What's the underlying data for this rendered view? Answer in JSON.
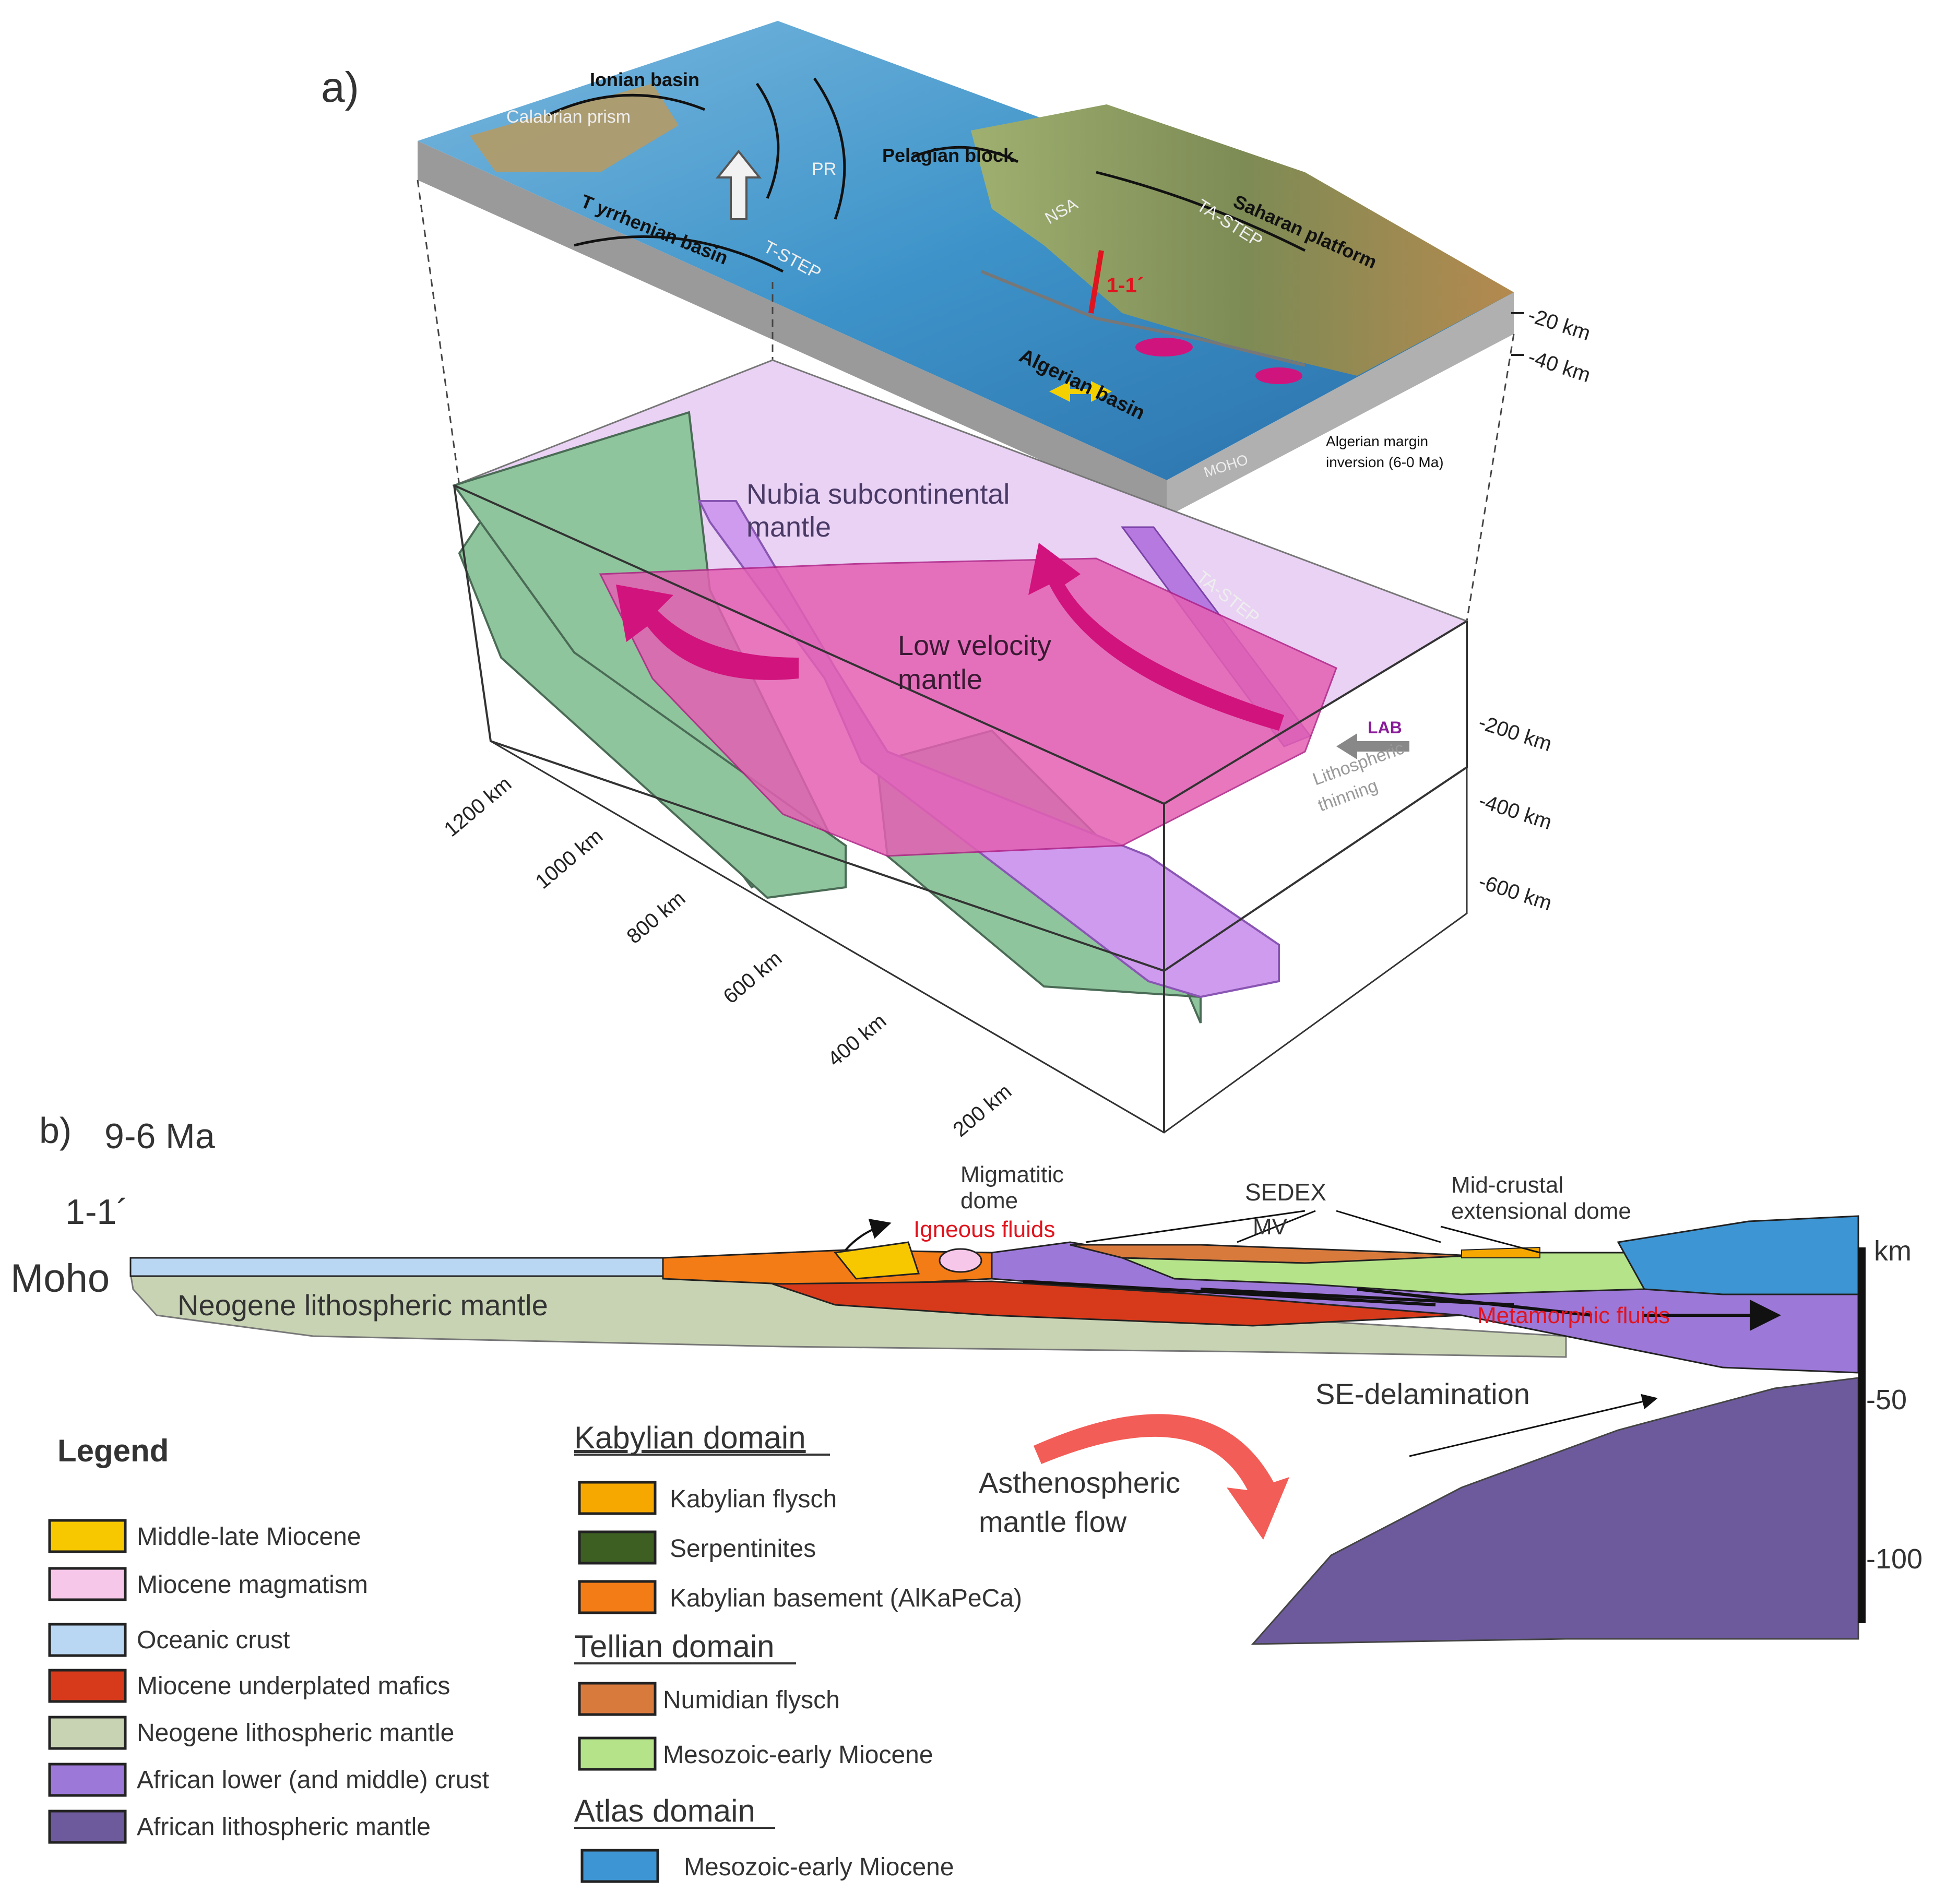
{
  "panel_a": {
    "label": "a)",
    "map_labels": {
      "ionian": "Ionian basin",
      "calabrian": "Calabrian prism",
      "pr": "PR",
      "pelagian": "Pelagian block",
      "tstep": "T-STEP",
      "tyrrhenian": "T yrrhenian basin",
      "nsa": "NSA",
      "tastep": "TA-STEP",
      "saharan": "Saharan platform",
      "section": "1-1´",
      "algerian": "Algerian basin",
      "margin1": "Algerian margin",
      "margin2": "inversion (6-0 Ma)",
      "moho": "MOHO"
    },
    "depth_top": [
      "-20 km",
      "-40 km"
    ],
    "mantle_labels": {
      "nubia1": "Nubia subcontinental",
      "nubia2": "mantle",
      "lowvel1": "Low velocity",
      "lowvel2": "mantle",
      "tastep": "TA-STEP",
      "lab": "LAB",
      "thin1": "Lithospheric",
      "thin2": "thinning"
    },
    "depth_right": [
      "-200 km",
      "-400 km",
      "-600 km"
    ],
    "distance": [
      "1200 km",
      "1000 km",
      "800 km",
      "600 km",
      "400 km",
      "200 km"
    ],
    "colors": {
      "sea": "#3d93c9",
      "land": "#8e9a62",
      "nubia": "#e9d2f4",
      "lowvel": "#e460b3",
      "slab_green": "#8fc59d",
      "slab_purple": "#cf9bef",
      "arrow": "#d1137d"
    }
  },
  "panel_b": {
    "label": "b)",
    "age": "9-6 Ma",
    "section": "1-1´",
    "moho": "Moho",
    "neogene": "Neogene lithospheric mantle",
    "migmatitic1": "Migmatitic",
    "migmatitic2": "dome",
    "igneous": "Igneous fluids",
    "sedex": "SEDEX",
    "mv": "MV",
    "midcrustal1": "Mid-crustal",
    "midcrustal2": "extensional dome",
    "metamorphic": "Metamorphic fluids",
    "km": "km",
    "depth_50": "-50",
    "depth_100": "-100",
    "delamination": "SE-delamination",
    "asth1": "Asthenospheric",
    "asth2": "mantle flow"
  },
  "legend": {
    "title": "Legend",
    "items": [
      {
        "label": "Middle-late Miocene",
        "color": "#f7c800"
      },
      {
        "label": "Miocene magmatism",
        "color": "#f6c7e8"
      },
      {
        "label": "Oceanic crust",
        "color": "#b9d6f2"
      },
      {
        "label": "Miocene underplated mafics",
        "color": "#d63a1a"
      },
      {
        "label": "Neogene lithospheric mantle",
        "color": "#c8d3b3"
      },
      {
        "label": "African lower (and middle) crust",
        "color": "#9c78d8"
      },
      {
        "label": "African lithospheric mantle",
        "color": "#6c5a9c"
      }
    ],
    "domains": [
      {
        "title": "Kabylian domain",
        "items": [
          {
            "label": "Kabylian flysch",
            "color": "#f7a800"
          },
          {
            "label": "Serpentinites",
            "color": "#3d5f22"
          },
          {
            "label": "Kabylian basement (AlKaPeCa)",
            "color": "#f47c16"
          }
        ]
      },
      {
        "title": "Tellian domain",
        "items": [
          {
            "label": "Numidian flysch",
            "color": "#d97a3d"
          },
          {
            "label": "Mesozoic-early Miocene",
            "color": "#b5e38a"
          }
        ]
      },
      {
        "title": "Atlas domain",
        "items": [
          {
            "label": "Mesozoic-early Miocene",
            "color": "#3e95d3"
          }
        ]
      }
    ]
  }
}
